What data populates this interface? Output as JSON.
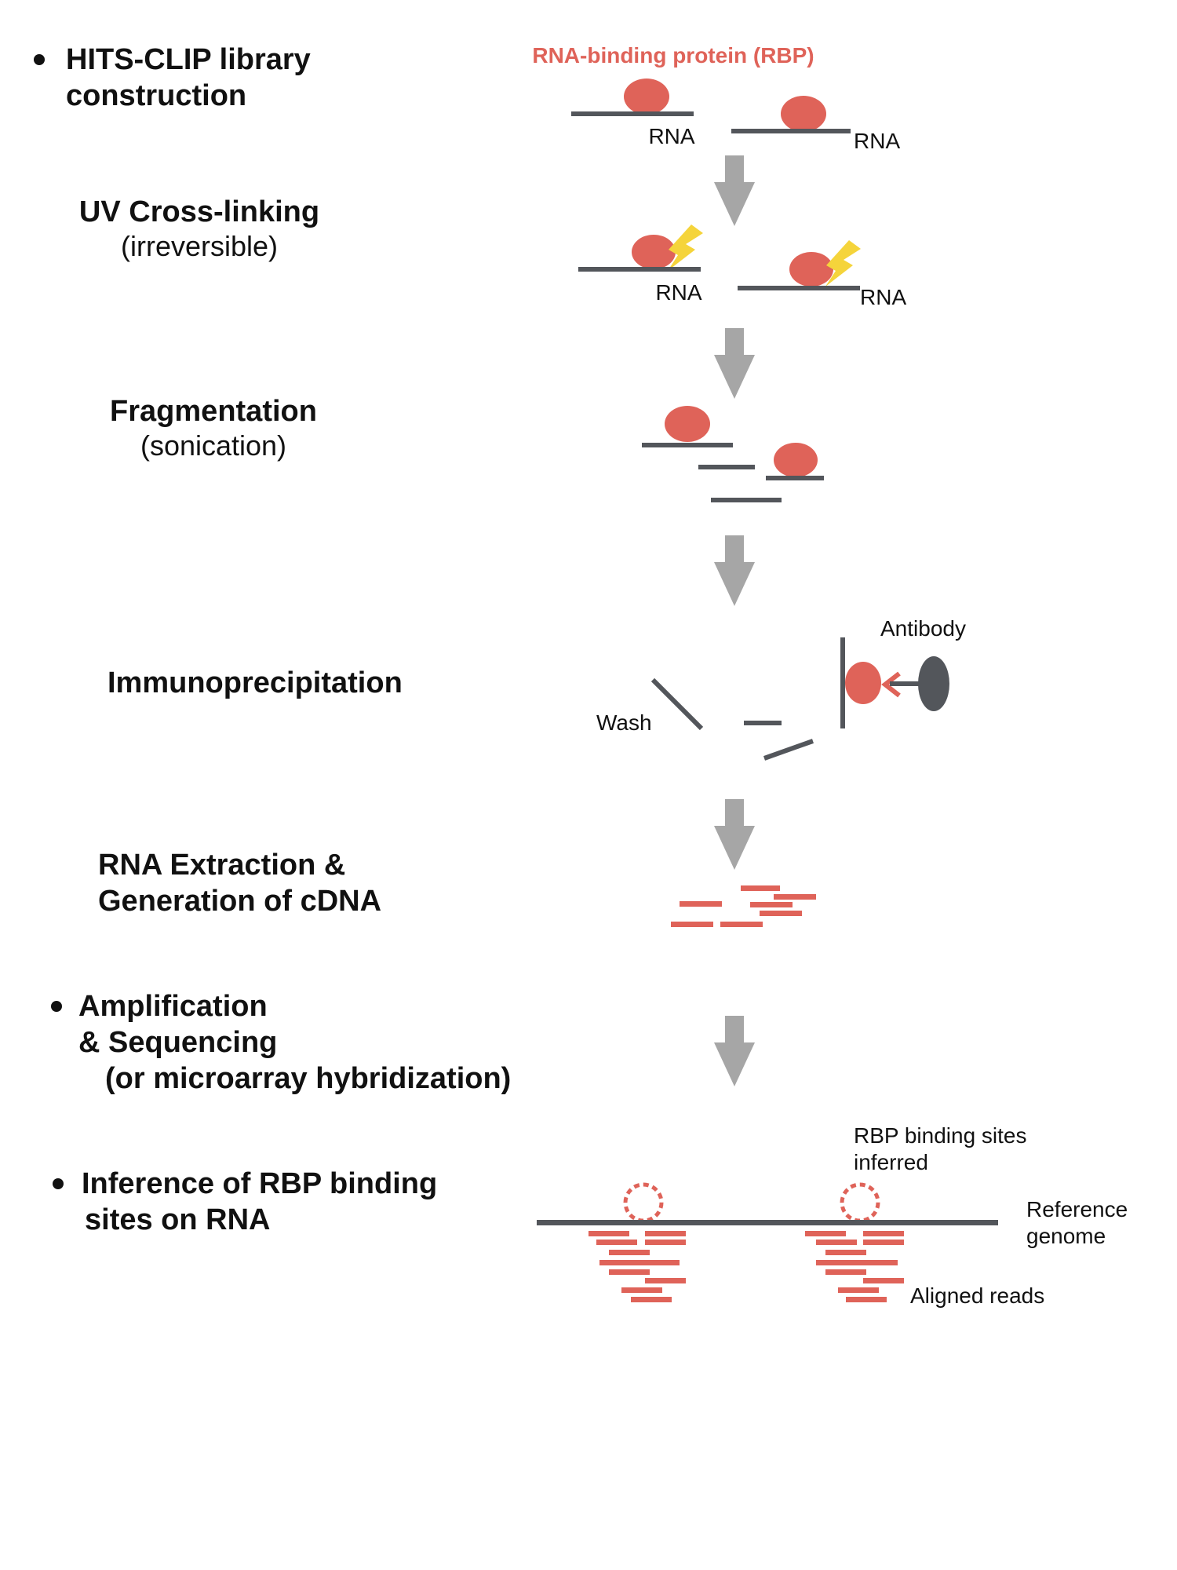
{
  "colors": {
    "rna_strand": "#53565b",
    "rbp": "#df6359",
    "bolt": "#f5d43b",
    "arrow": "#a6a6a6",
    "cdna": "#df6359",
    "antibody": "#53565b",
    "text": "#111111"
  },
  "steps": [
    {
      "title_lines": [
        "HITS-CLIP library",
        "construction"
      ],
      "bullet": true
    },
    {
      "title_lines": [
        "UV Cross-linking"
      ],
      "subtitle": "(irreversible)",
      "bullet": false
    },
    {
      "title_lines": [
        "Fragmentation"
      ],
      "subtitle": "(sonication)",
      "bullet": false
    },
    {
      "title_lines": [
        "Immunoprecipitation"
      ],
      "bullet": false
    },
    {
      "title_lines": [
        "RNA Extraction &",
        "Generation of cDNA"
      ],
      "bullet": false
    },
    {
      "title_lines": [
        "Amplification",
        "& Sequencing",
        "(or microarray hybridization)"
      ],
      "bullet": true
    },
    {
      "title_lines": [
        "Inference of RBP binding",
        "sites on RNA"
      ],
      "bullet": true
    }
  ],
  "labels": {
    "rbp": "RNA-binding protein (RBP)",
    "rna": "RNA",
    "wash": "Wash",
    "antibody": "Antibody",
    "binding_sites_lines": [
      "RBP binding sites",
      "inferred"
    ],
    "reference_genome_lines": [
      "Reference",
      "genome"
    ],
    "aligned_reads": "Aligned reads"
  }
}
